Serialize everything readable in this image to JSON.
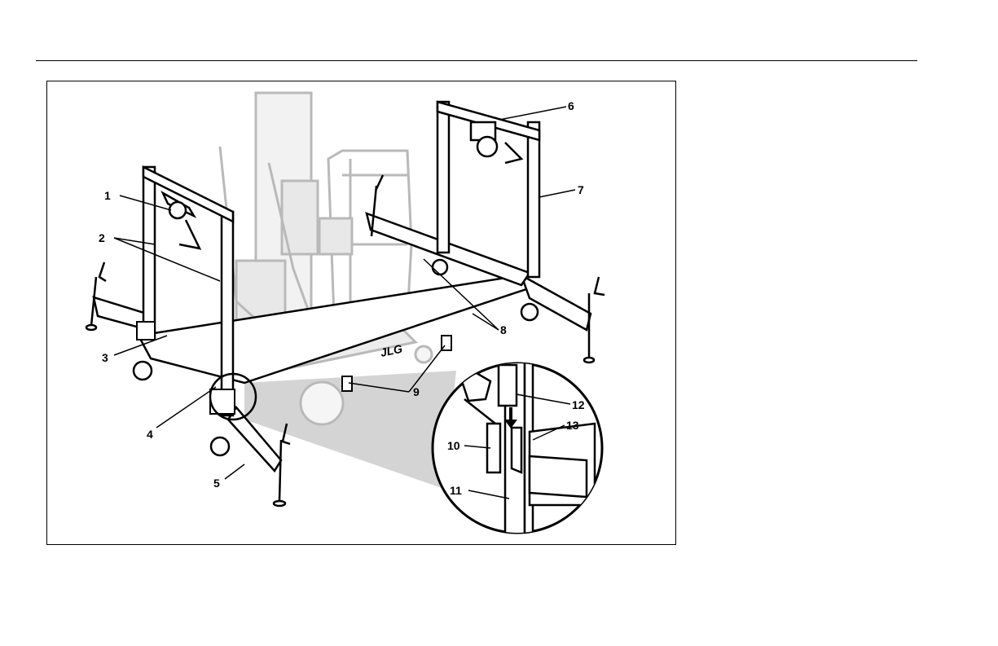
{
  "figure": {
    "brand_decal": "JLG",
    "callouts": [
      {
        "id": "1",
        "label": "1"
      },
      {
        "id": "2",
        "label": "2"
      },
      {
        "id": "3",
        "label": "3"
      },
      {
        "id": "4",
        "label": "4"
      },
      {
        "id": "5",
        "label": "5"
      },
      {
        "id": "6",
        "label": "6"
      },
      {
        "id": "7",
        "label": "7"
      },
      {
        "id": "8",
        "label": "8"
      },
      {
        "id": "9",
        "label": "9"
      },
      {
        "id": "10",
        "label": "10"
      },
      {
        "id": "11",
        "label": "11"
      },
      {
        "id": "12",
        "label": "12"
      },
      {
        "id": "13",
        "label": "13"
      }
    ]
  },
  "colors": {
    "line": "#000000",
    "ghost": "#b9b9b9",
    "shadow": "#d4d4d4"
  }
}
